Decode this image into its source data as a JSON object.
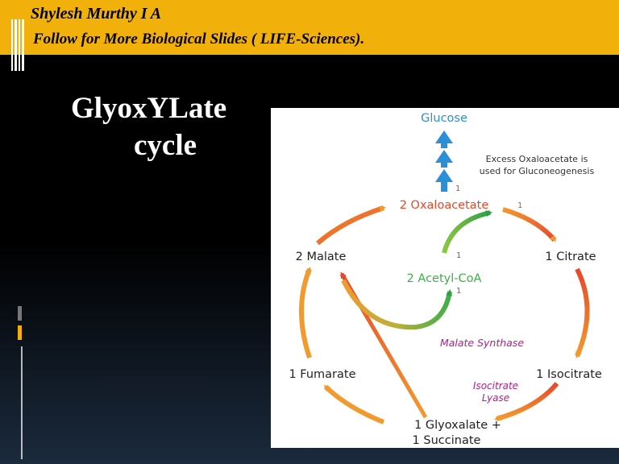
{
  "header": {
    "line1": "Shylesh Murthy I A",
    "line2": "Follow for More Biological Slides ( LIFE-Sciences)."
  },
  "slide": {
    "title_line1": "GlyoxYLate",
    "title_line2": "cycle"
  },
  "diagram": {
    "glucose": "Glucose",
    "note_line1": "Excess Oxaloacetate is",
    "note_line2": "used for Gluconeogenesis",
    "oxaloacetate": "2 Oxaloacetate",
    "citrate": "1  Citrate",
    "malate": "2 Malate",
    "acetyl_coa": "2 Acetyl-CoA",
    "malate_synthase": "Malate Synthase",
    "fumarate": "1 Fumarate",
    "isocitrate": "1  Isocitrate",
    "isocitrate_lyase_line1": "Isocitrate",
    "isocitrate_lyase_line2": "Lyase",
    "glyoxalate": "1 Glyoxalate +",
    "succinate": "1 Succinate",
    "stoich": {
      "glucose_arrow": "1",
      "oxaloacetate_arrow": "1",
      "acetyl_upper": "1",
      "acetyl_lower": "1"
    },
    "colors": {
      "cycle_orange": "#ee7f2e",
      "cycle_red": "#e8472a",
      "acetyl_green": "#3fae49",
      "glucose_blue": "#2a8fd6",
      "enzyme_purple": "#b0208a"
    }
  }
}
